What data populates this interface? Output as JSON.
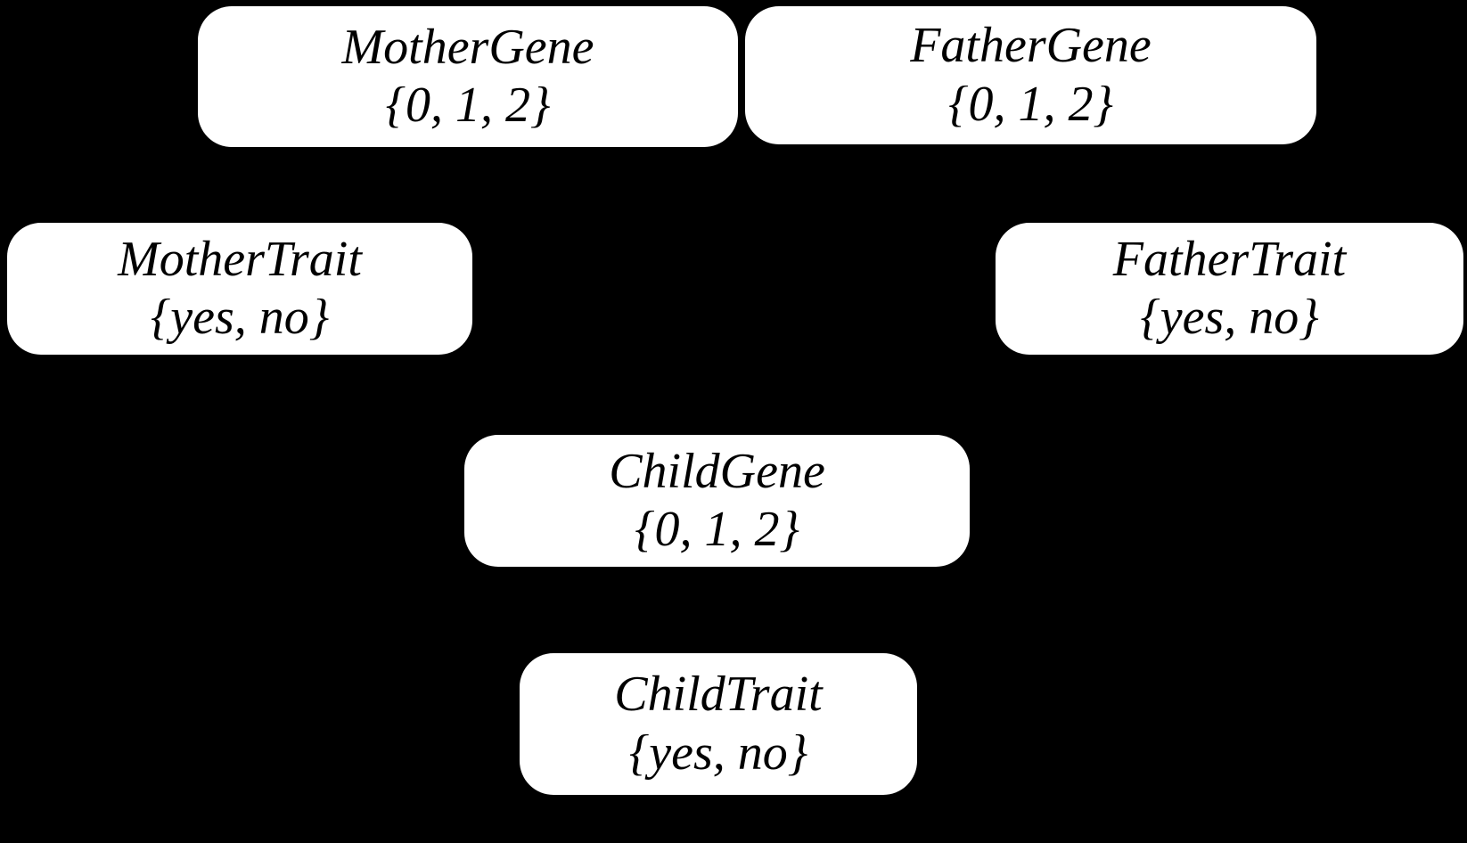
{
  "diagram": {
    "type": "bayesian-network-nodes",
    "background_color": "#000000",
    "node_fill_color": "#ffffff",
    "node_text_color": "#000000",
    "nodes": [
      {
        "id": "mother-gene",
        "name": "MotherGene",
        "domain": "{0, 1, 2}",
        "values": [
          "0",
          "1",
          "2"
        ]
      },
      {
        "id": "father-gene",
        "name": "FatherGene",
        "domain": "{0, 1, 2}",
        "values": [
          "0",
          "1",
          "2"
        ]
      },
      {
        "id": "mother-trait",
        "name": "MotherTrait",
        "domain": "{yes, no}",
        "values": [
          "yes",
          "no"
        ]
      },
      {
        "id": "father-trait",
        "name": "FatherTrait",
        "domain": "{yes, no}",
        "values": [
          "yes",
          "no"
        ]
      },
      {
        "id": "child-gene",
        "name": "ChildGene",
        "domain": "{0, 1, 2}",
        "values": [
          "0",
          "1",
          "2"
        ]
      },
      {
        "id": "child-trait",
        "name": "ChildTrait",
        "domain": "{yes, no}",
        "values": [
          "yes",
          "no"
        ]
      }
    ]
  }
}
